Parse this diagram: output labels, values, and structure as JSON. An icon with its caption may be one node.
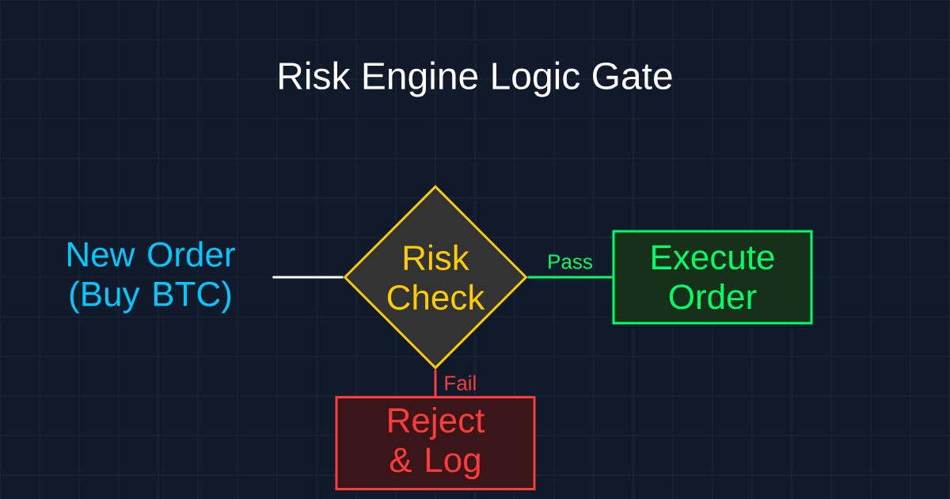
{
  "diagram": {
    "title": "Risk Engine Logic Gate",
    "nodes": [
      {
        "text": [
          "New Order (Buy BTC)"
        ]
      },
      {
        "text": [
          "Risk Check"
        ]
      },
      {
        "text": [
          "Execute Order"
        ]
      },
      {
        "text": [
          "Reject & Log"
        ]
      }
    ],
    "edges": [
      {
        "from": 0,
        "to": 1,
        "arrow": "none",
        "color": "#ffffff"
      },
      {
        "from": 1,
        "to": 2,
        "arrow": "none",
        "label": "Pass",
        "color": "#00ff66"
      },
      {
        "from": 1,
        "to": 3,
        "arrow": "none",
        "label": "Fail",
        "color": "#ff3b3b"
      }
    ]
  }
}
